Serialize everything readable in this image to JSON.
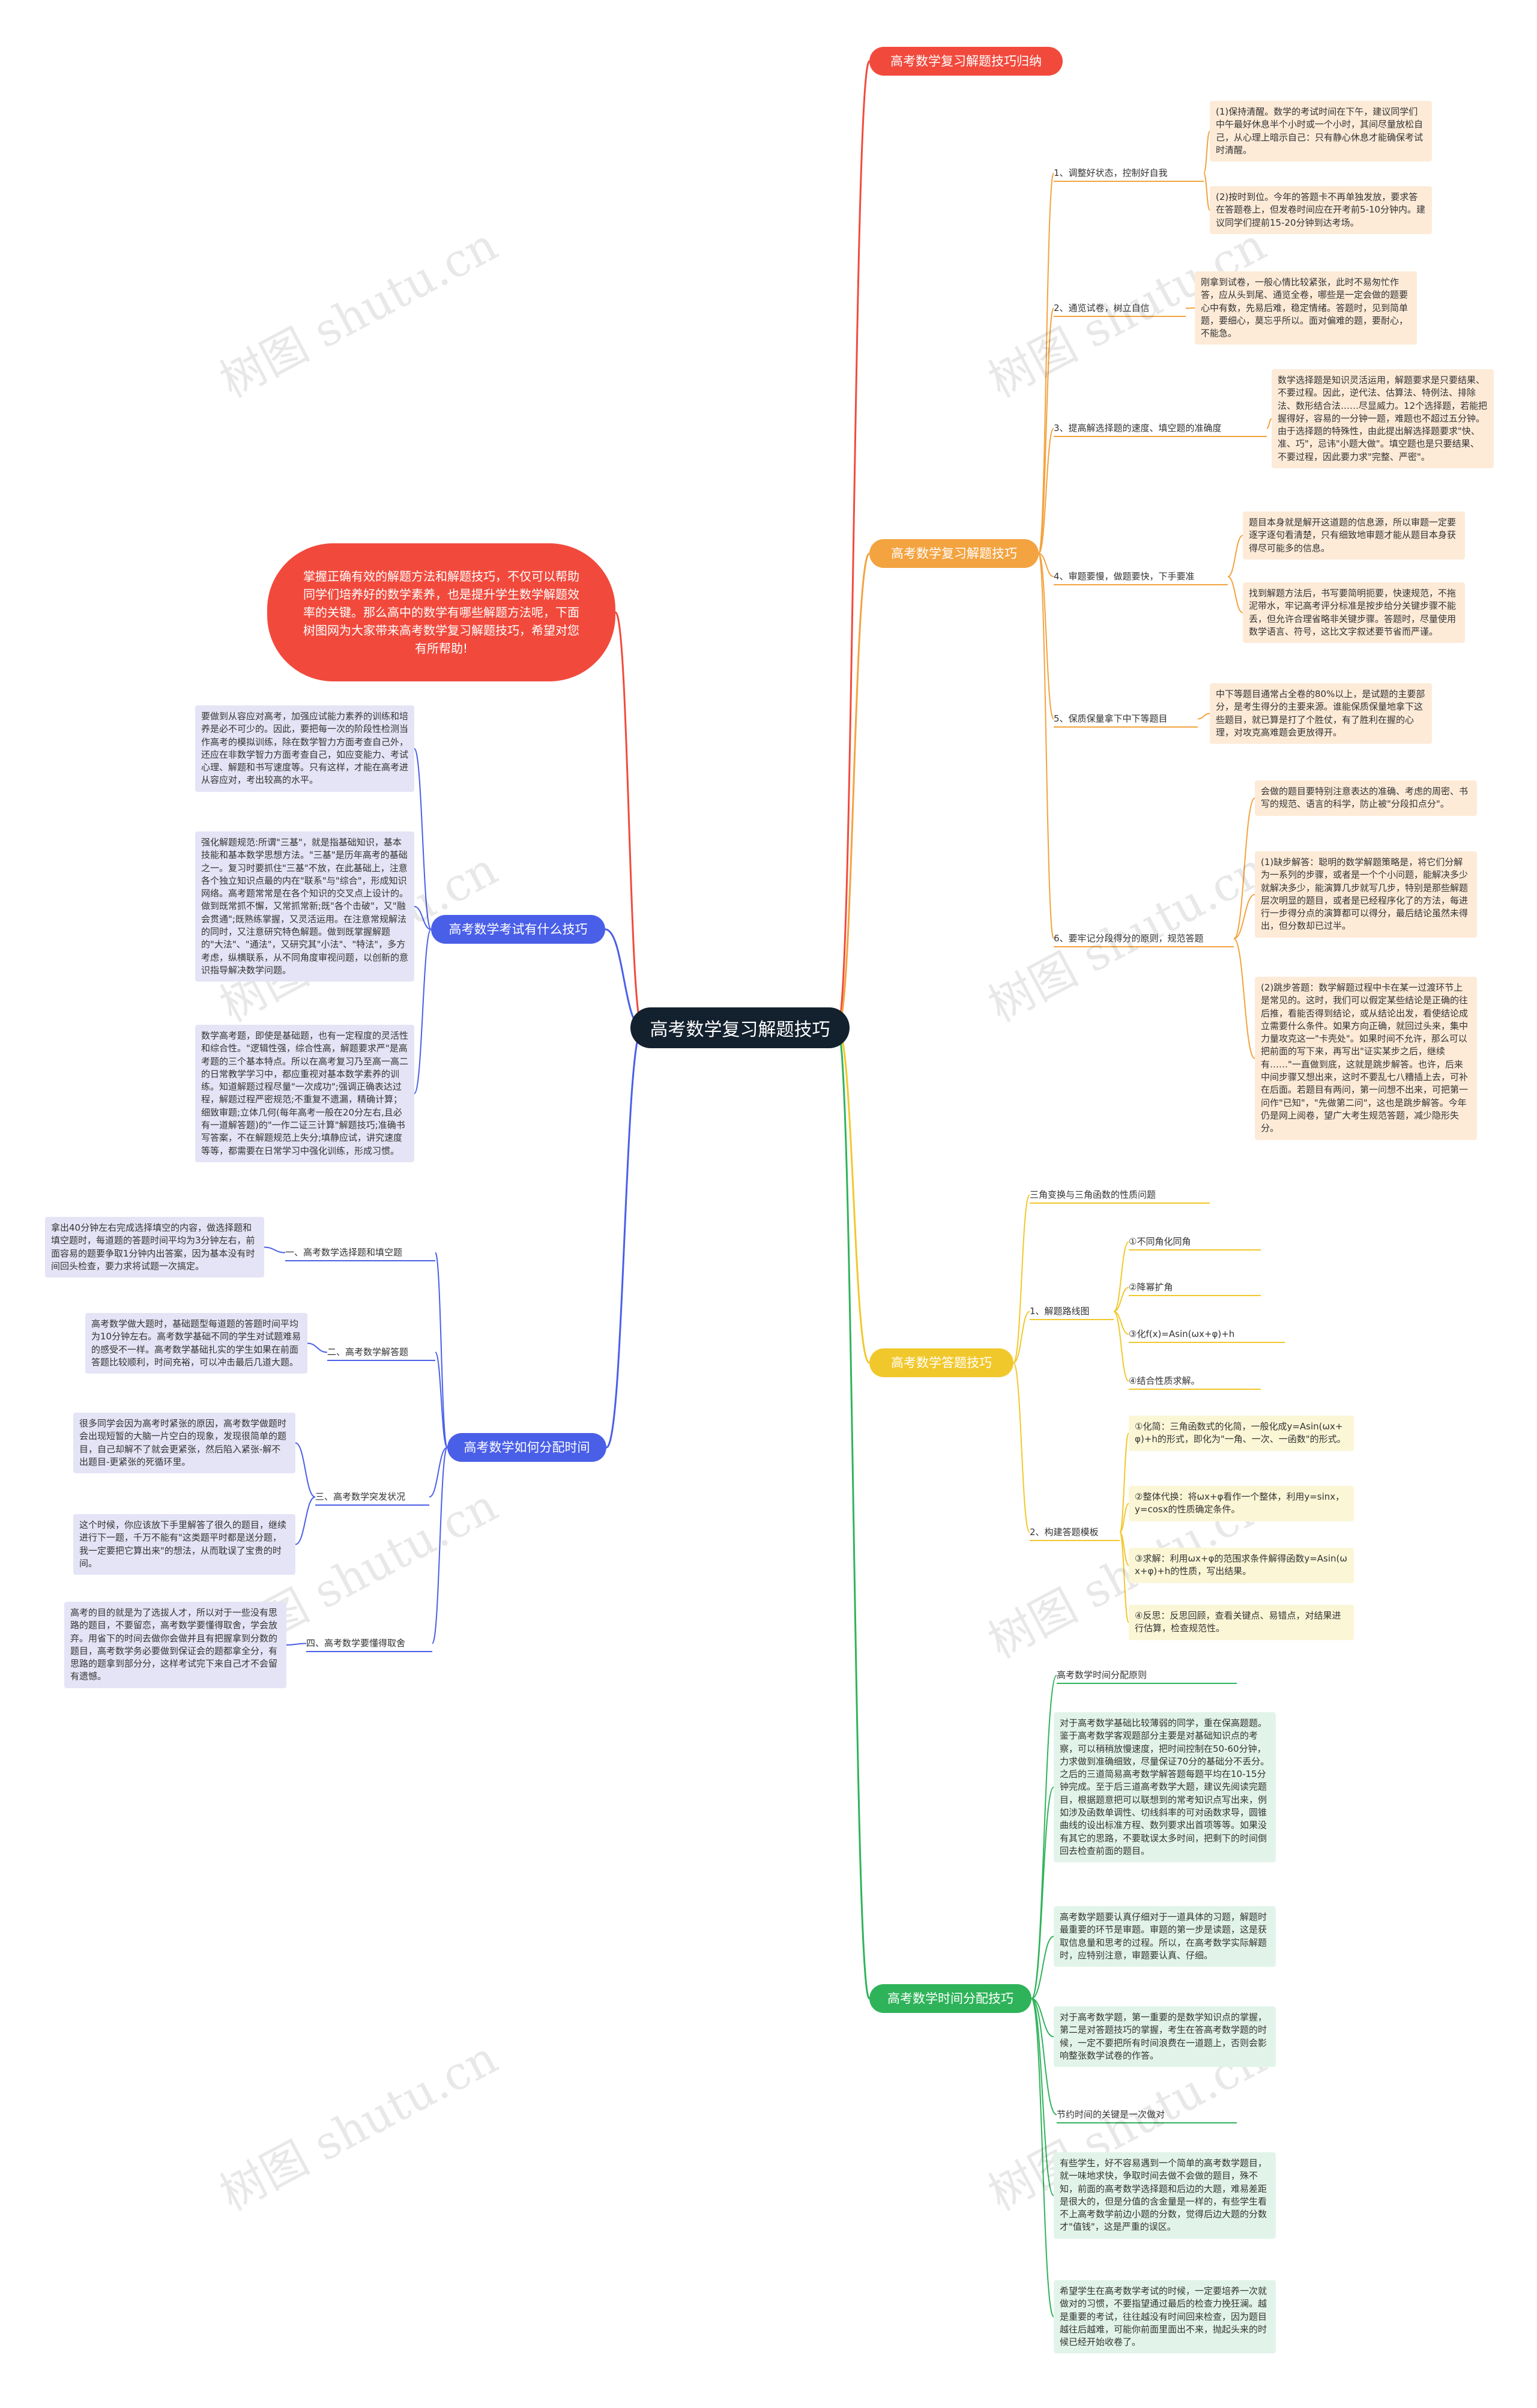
{
  "root": "高考数学复习解题技巧",
  "intro": "掌握正确有效的解题方法和解题技巧，不仅可以帮助同学们培养好的数学素养，也是提升学生数学解题效率的关键。那么高中的数学有哪些解题方法呢，下面树图网为大家带来高考数学复习解题技巧，希望对您有所帮助!",
  "watermark": "树图 shutu.cn",
  "colors": {
    "red": "#f14a3d",
    "orange": "#f3a340",
    "yellow": "#f1c82c",
    "green": "#2fb35a",
    "blue": "#4a5fe8",
    "dark": "#13202e"
  },
  "b1": {
    "title": "高考数学复习解题技巧归纳"
  },
  "b2": {
    "title": "高考数学复习解题技巧",
    "s1": {
      "label": "1、调整好状态，控制好自我",
      "leaves": [
        "(1)保持清醒。数学的考试时间在下午，建议同学们中午最好休息半个小时或一个小时，其间尽量放松自己，从心理上暗示自己：只有静心休息才能确保考试时清醒。",
        "(2)按时到位。今年的答题卡不再单独发放，要求答在答题卷上，但发卷时间应在开考前5-10分钟内。建议同学们提前15-20分钟到达考场。"
      ]
    },
    "s2": {
      "label": "2、通览试卷，树立自信",
      "leaf": "刚拿到试卷，一般心情比较紧张，此时不易匆忙作答，应从头到尾、通览全卷，哪些是一定会做的题要心中有数，先易后难，稳定情绪。答题时，见到简单题，要细心，莫忘乎所以。面对偏难的题，要耐心，不能急。"
    },
    "s3": {
      "label": "3、提高解选择题的速度、填空题的准确度",
      "leaf": "数学选择题是知识灵活运用，解题要求是只要结果、不要过程。因此，逆代法、估算法、特例法、排除法、数形结合法……尽显威力。12个选择题，若能把握得好，容易的一分钟一题，难题也不超过五分钟。由于选择题的特殊性，由此提出解选择题要求\"快、准、巧\"，忌讳\"小题大做\"。填空题也是只要结果、不要过程，因此要力求\"完整、严密\"。"
    },
    "s4": {
      "label": "4、审题要慢，做题要快，下手要准",
      "leaves": [
        "题目本身就是解开这道题的信息源，所以审题一定要逐字逐句看清楚，只有细致地审题才能从题目本身获得尽可能多的信息。",
        "找到解题方法后，书写要简明扼要，快速规范，不拖泥带水，牢记高考评分标准是按步给分关键步骤不能丢，但允许合理省略非关键步骤。答题时，尽量使用数学语言、符号，这比文字叙述要节省而严谨。"
      ]
    },
    "s5": {
      "label": "5、保质保量拿下中下等题目",
      "leaf": "中下等题目通常占全卷的80%以上，是试题的主要部分，是考生得分的主要来源。谁能保质保量地拿下这些题目，就已算是打了个胜仗，有了胜利在握的心理，对攻克高难题会更放得开。"
    },
    "s6": {
      "label": "6、要牢记分段得分的原则，规范答题",
      "leaves": [
        "会做的题目要特别注意表达的准确、考虑的周密、书写的规范、语言的科学，防止被\"分段扣点分\"。",
        "(1)缺步解答：聪明的数学解题策略是，将它们分解为一系列的步骤，或者是一个个小问题，能解决多少就解决多少，能演算几步就写几步，特别是那些解题层次明显的题目，或者是已经程序化了的方法，每进行一步得分点的演算都可以得分，最后结论虽然未得出，但分数却已过半。",
        "(2)跳步答题：数学解题过程中卡在某一过渡环节上是常见的。这时，我们可以假定某些结论是正确的往后推，看能否得到结论，或从结论出发，看使结论成立需要什么条件。如果方向正确，就回过头来，集中力量攻克这一\"卡壳处\"。如果时间不允许，那么可以把前面的写下来，再写出\"证实某步之后，继续有……\"一直做到底，这就是跳步解答。也许，后来中间步骤又想出来，这时不要乱七八糟插上去，可补在后面。若题目有两问，第一问想不出来，可把第一问作\"已知\"，\"先做第二问\"，这也是跳步解答。今年仍是网上阅卷，望广大考生规范答题，减少隐形失分。"
      ]
    }
  },
  "b3": {
    "title": "高考数学答题技巧",
    "s0": "三角变换与三角函数的性质问题",
    "s1": {
      "label": "1、解题路线图",
      "items": [
        "①不同角化同角",
        "②降幂扩角",
        "③化f(x)=Asin(ωx+φ)+h",
        "④结合性质求解。"
      ]
    },
    "s2": {
      "label": "2、构建答题模板",
      "items": [
        "①化简：三角函数式的化简，一般化成y=Asin(ωx+φ)+h的形式，即化为\"一角、一次、一函数\"的形式。",
        "②整体代换：将ωx+φ看作一个整体，利用y=sinx，y=cosx的性质确定条件。",
        "③求解：利用ωx+φ的范围求条件解得函数y=Asin(ωx+φ)+h的性质，写出结果。",
        "④反思：反思回顾，查看关键点、易错点，对结果进行估算，检查规范性。"
      ]
    }
  },
  "b4": {
    "title": "高考数学时间分配技巧",
    "h1": "高考数学时间分配原则",
    "p1": "对于高考数学基础比较薄弱的同学，重在保高题题。鉴于高考数学客观题部分主要是对基础知识点的考察，可以稍稍放慢速度，把时间控制在50-60分钟，力求做到准确细致，尽量保证70分的基础分不丢分。之后的三道简易高考数学解答题每题平均在10-15分钟完成。至于后三道高考数学大题，建议先阅读完题目，根据题意把可以联想到的常考知识点写出来，例如涉及函数单调性、切线斜率的可对函数求导，圆锥曲线的设出标准方程、数列要求出首项等等。如果没有其它的思路，不要耽误太多时间，把剩下的时间倒回去检查前面的题目。",
    "p2": "高考数学题要认真仔细对于一道具体的习题，解题时最重要的环节是审题。审题的第一步是读题，这是获取信息量和思考的过程。所以，在高考数学实际解题时，应特别注意，审题要认真、仔细。",
    "p3": "对于高考数学题，第一重要的是数学知识点的掌握，第二是对答题技巧的掌握，考生在答高考数学题的时候，一定不要把所有时间浪费在一道题上，否则会影响整张数学试卷的作答。",
    "h2": "节约时间的关键是一次做对",
    "p4": "有些学生，好不容易遇到一个简单的高考数学题目，就一味地求快，争取时间去做不会做的题目，殊不知，前面的高考数学选择题和后边的大题，难易差距是很大的，但是分值的含金量是一样的，有些学生看不上高考数学前边小题的分数，觉得后边大题的分数才\"值钱\"，这是严重的误区。",
    "p5": "希望学生在高考数学考试的时候，一定要培养一次就做对的习惯，不要指望通过最后的检查力挽狂澜。越是重要的考试，往往越没有时间回来检查，因为题目越往后越难，可能你前面里面出不来，抛起头来的时候已经开始收卷了。"
  },
  "b5": {
    "title": "高考数学考试有什么技巧",
    "p1": "要做到从容应对高考，加强应试能力素养的训练和培养是必不可少的。因此，要把每一次的阶段性检测当作高考的模拟训练，除在数学智力方面考查自己外，还应在非数学智力方面考查自己，如应变能力、考试心理、解题和书写速度等。只有这样，才能在高考进从容应对，考出较高的水平。",
    "p2": "强化解题规范:所谓\"三基\"，就是指基础知识，基本技能和基本数学思想方法。\"三基\"是历年高考的基础之一。复习时要抓住\"三基\"不放，在此基础上，注意各个独立知识点最的内在\"联系\"与\"综合\"，形成知识网络。高考题常常是在各个知识的交叉点上设计的。做到既常抓不懈，又常抓常新;既\"各个击破\"，又\"融会贯通\";既熟练掌握，又灵活运用。在注意常规解法的同时，又注意研究特色解题。做到既掌握解题的\"大法\"、\"通法\"，又研究其\"小法\"、\"特法\"，多方考虑，纵横联系，从不同角度审视问题，以创新的意识指导解决数学问题。",
    "p3": "数学高考题，即使是基础题，也有一定程度的灵活性和综合性。\"逻辑性强，综合性高，解题要求严\"是高考题的三个基本特点。所以在高考复习乃至高一高二的日常教学学习中，都应重视对基本数学素养的训练。知道解题过程尽量\"一次成功\";强调正确表达过程，解题过程严密规范;不重复不遗漏，精确计算；细致审题;立体几何(每年高考一般在20分左右,且必有一道解答题)的\"一作二证三计算\"解题技巧;准确书写答案，不在解题规范上失分;填静应试，讲究速度等等，都需要在日常学习中强化训练，形成习惯。"
  },
  "b6": {
    "title": "高考数学如何分配时间",
    "s1": {
      "label": "一、高考数学选择题和填空题",
      "leaf": "拿出40分钟左右完成选择填空的内容，做选择题和填空题时，每道题的答题时间平均为3分钟左右，前面容易的题要争取1分钟内出答案，因为基本没有时间回头检查，要力求将试题一次搞定。"
    },
    "s2": {
      "label": "二、高考数学解答题",
      "leaf": "高考数学做大题时，基础题型每道题的答题时间平均为10分钟左右。高考数学基础不同的学生对试题难易的感受不一样。高考数学基础扎实的学生如果在前面答题比较顺利，时间充裕，可以冲击最后几道大题。"
    },
    "s3": {
      "label": "三、高考数学突发状况",
      "leaves": [
        "很多同学会因为高考时紧张的原因，高考数学做题时会出现短暂的大脑一片空白的现象，发现很简单的题目，自己却解不了就会更紧张，然后陷入紧张-解不出题目-更紧张的死循环里。",
        "这个时候，你应该放下手里解答了很久的题目，继续进行下一题，千万不能有\"这类题平时都是送分题，我一定要把它算出来\"的想法，从而耽误了宝贵的时间。"
      ]
    },
    "s4": {
      "label": "四、高考数学要懂得取舍",
      "leaf": "高考的目的就是为了选拔人才，所以对于一些没有思路的题目，不要留恋，高考数学要懂得取舍，学会放弃。用省下的时间去做你会做并且有把握拿到分数的题目，高考数学务必要做到保证会的题都拿全分，有思路的题拿到部分分，这样考试完下来自己才不会留有遗憾。"
    }
  }
}
